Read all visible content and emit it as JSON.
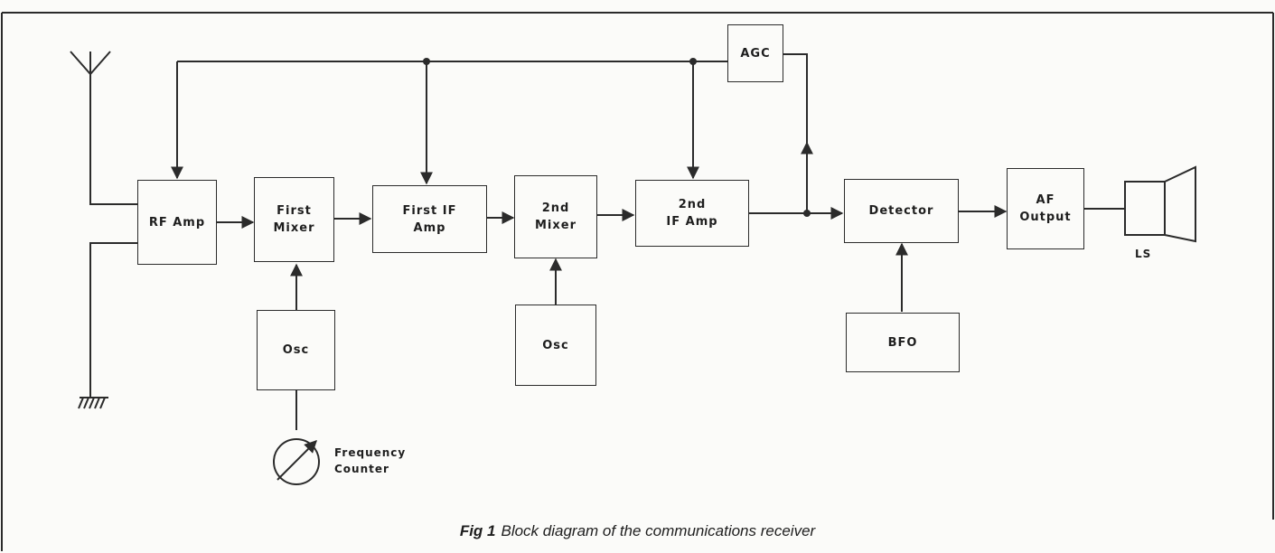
{
  "blocks": {
    "agc": "AGC",
    "rf_amp": "RF Amp",
    "first_mixer": "First\nMixer",
    "first_if_amp": "First IF\nAmp",
    "second_mixer": "2nd\nMixer",
    "second_if_amp": "2nd\nIF Amp",
    "detector": "Detector",
    "af_output": "AF\nOutput",
    "osc_1": "Osc",
    "osc_2": "Osc",
    "bfo": "BFO"
  },
  "labels": {
    "loudspeaker": "LS",
    "frequency_counter": "Frequency\nCounter"
  },
  "caption": {
    "fig_number": "Fig 1",
    "text": "Block diagram of the communications receiver"
  },
  "colors": {
    "line": "#2b2b2b",
    "background": "#fbfbf9"
  }
}
